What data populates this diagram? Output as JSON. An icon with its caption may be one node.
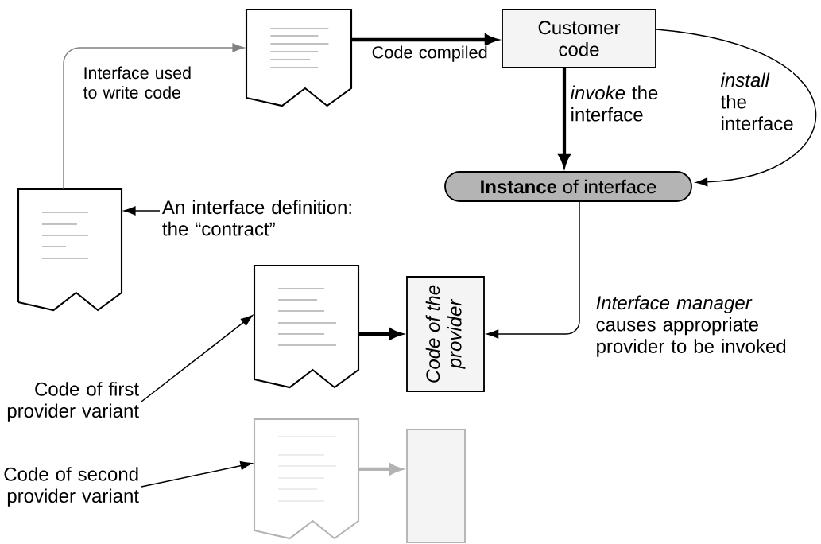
{
  "diagram": {
    "nodes": [
      {
        "text": [],
        "shape": "document"
      },
      {
        "text": [
          "Customer code"
        ]
      },
      {
        "text": [
          "**Instance** of interface"
        ]
      },
      {
        "text": [],
        "shape": "document"
      },
      {
        "text": [
          "An interface definition: the “contract”"
        ]
      },
      {
        "text": [],
        "shape": "document"
      },
      {
        "text": [
          "Code of the provider"
        ]
      },
      {
        "text": [
          "Code of first provider variant"
        ]
      },
      {
        "text": [],
        "shape": "document"
      },
      {
        "text": [],
        "shape": "box"
      },
      {
        "text": [
          "Code of second provider variant"
        ]
      }
    ],
    "edges": [
      {
        "from": 0,
        "to": 1,
        "arrow": "to",
        "label": "Code compiled",
        "style": "thick"
      },
      {
        "from": 1,
        "to": 2,
        "arrow": "to",
        "label": "*invoke* the interface",
        "style": "thick"
      },
      {
        "from": 1,
        "to": 2,
        "arrow": "to",
        "label": "*install* the interface"
      },
      {
        "from": 3,
        "to": 0,
        "arrow": "to",
        "label": "Interface used to write code",
        "color": "#808080"
      },
      {
        "from": 4,
        "to": 3,
        "arrow": "to"
      },
      {
        "from": 2,
        "to": 6,
        "arrow": "to",
        "label": "*Interface manager* causes appropriate provider to be invoked"
      },
      {
        "from": 5,
        "to": 6,
        "arrow": "to",
        "style": "thick"
      },
      {
        "from": 7,
        "to": 5,
        "arrow": "to"
      },
      {
        "from": 10,
        "to": 8,
        "arrow": "to"
      },
      {
        "from": 8,
        "to": 9,
        "arrow": "to",
        "style": "thick",
        "color": "#b3b3b3"
      }
    ]
  }
}
